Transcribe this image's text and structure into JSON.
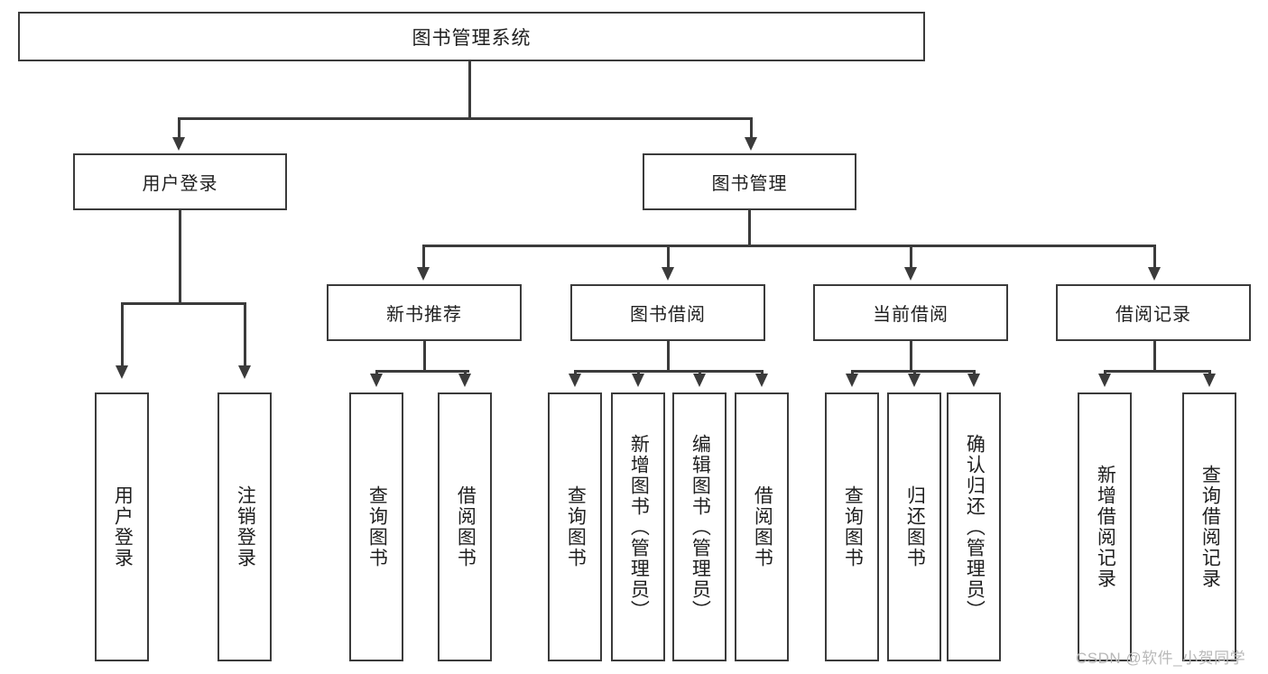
{
  "diagram": {
    "title": "图书管理系统",
    "type": "hierarchy-tree",
    "level1": [
      {
        "id": "user-login",
        "label": "用户登录"
      },
      {
        "id": "book-management",
        "label": "图书管理"
      }
    ],
    "level2": [
      {
        "id": "new-book-recommend",
        "label": "新书推荐",
        "parent": "book-management"
      },
      {
        "id": "book-borrow",
        "label": "图书借阅",
        "parent": "book-management"
      },
      {
        "id": "current-borrow",
        "label": "当前借阅",
        "parent": "book-management"
      },
      {
        "id": "borrow-record",
        "label": "借阅记录",
        "parent": "book-management"
      }
    ],
    "leaves": {
      "user_login": [
        {
          "id": "leaf-user-login",
          "label": "用户登录"
        },
        {
          "id": "leaf-logout-login",
          "label": "注销登录"
        }
      ],
      "new_book_recommend": [
        {
          "id": "leaf-query-book-1",
          "label": "查询图书"
        },
        {
          "id": "leaf-borrow-book-1",
          "label": "借阅图书"
        }
      ],
      "book_borrow": [
        {
          "id": "leaf-query-book-2",
          "label": "查询图书"
        },
        {
          "id": "leaf-add-book",
          "label": "新增图书（管理员）"
        },
        {
          "id": "leaf-edit-book",
          "label": "编辑图书（管理员）"
        },
        {
          "id": "leaf-borrow-book-2",
          "label": "借阅图书"
        }
      ],
      "current_borrow": [
        {
          "id": "leaf-query-book-3",
          "label": "查询图书"
        },
        {
          "id": "leaf-return-book",
          "label": "归还图书"
        },
        {
          "id": "leaf-confirm-return",
          "label": "确认归还（管理员）"
        }
      ],
      "borrow_record": [
        {
          "id": "leaf-add-record",
          "label": "新增借阅记录"
        },
        {
          "id": "leaf-query-record",
          "label": "查询借阅记录"
        }
      ]
    }
  },
  "watermark": {
    "text": "CSDN @软件_小贺同学"
  },
  "colors": {
    "stroke": "#3b3b3b",
    "background": "#ffffff",
    "text": "#1f1f1f",
    "watermark": "#b9b9b9"
  }
}
